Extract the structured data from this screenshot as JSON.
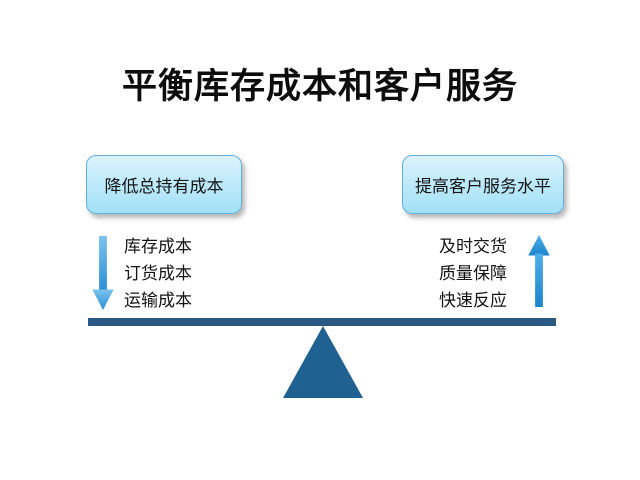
{
  "slide": {
    "title": "平衡库存成本和客户服务",
    "left_panel": {
      "box_label": "降低总持有成本",
      "arrow_direction": "down",
      "items": [
        "库存成本",
        "订货成本",
        "运输成本"
      ]
    },
    "right_panel": {
      "box_label": "提高客户服务水平",
      "arrow_direction": "up",
      "items": [
        "及时交货",
        "质量保障",
        "快速反应"
      ]
    },
    "icons": {
      "left_arrow": "down-arrow-icon",
      "right_arrow": "up-arrow-icon"
    },
    "colors": {
      "background": "#ffffff",
      "title_text": "#0d0d0d",
      "box_fill_top": "#ddf3fc",
      "box_fill_bottom": "#a3e1f6",
      "box_border": "#63aedc",
      "arrow_blue_light": "#6fbbec",
      "arrow_blue_dark": "#1e86cf",
      "beam": "#2a5a84",
      "fulcrum": "#1f6190"
    }
  }
}
